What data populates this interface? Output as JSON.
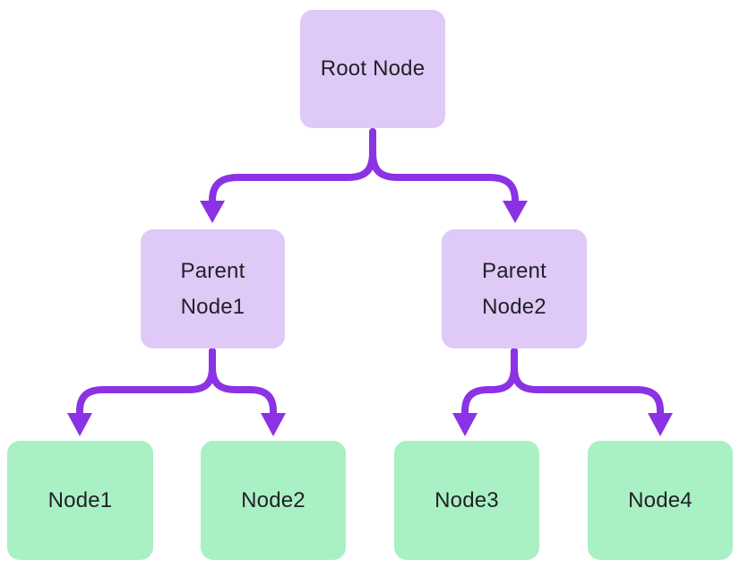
{
  "diagram": {
    "type": "tree",
    "direction": "top-down",
    "levels": 3
  },
  "colors": {
    "parent_fill": "#dfc9f7",
    "leaf_fill": "#aaf0c5",
    "arrow": "#8b32e4",
    "text": "#212126",
    "background": "#ffffff"
  },
  "nodes": [
    {
      "id": "root",
      "label": "Root Node",
      "lines": [
        "Root Node"
      ],
      "kind": "root",
      "fill": "#dfc9f7"
    },
    {
      "id": "parent-node1",
      "label": "Parent Node1",
      "lines": [
        "Parent",
        "Node1"
      ],
      "kind": "parent",
      "fill": "#dfc9f7"
    },
    {
      "id": "parent-node2",
      "label": "Parent Node2",
      "lines": [
        "Parent",
        "Node2"
      ],
      "kind": "parent",
      "fill": "#dfc9f7"
    },
    {
      "id": "node1",
      "label": "Node1",
      "lines": [
        "Node1"
      ],
      "kind": "leaf",
      "fill": "#aaf0c5"
    },
    {
      "id": "node2",
      "label": "Node2",
      "lines": [
        "Node2"
      ],
      "kind": "leaf",
      "fill": "#aaf0c5"
    },
    {
      "id": "node3",
      "label": "Node3",
      "lines": [
        "Node3"
      ],
      "kind": "leaf",
      "fill": "#aaf0c5"
    },
    {
      "id": "node4",
      "label": "Node4",
      "lines": [
        "Node4"
      ],
      "kind": "leaf",
      "fill": "#aaf0c5"
    }
  ],
  "edges": [
    {
      "from": "root",
      "to": "parent-node1"
    },
    {
      "from": "root",
      "to": "parent-node2"
    },
    {
      "from": "parent-node1",
      "to": "node1"
    },
    {
      "from": "parent-node1",
      "to": "node2"
    },
    {
      "from": "parent-node2",
      "to": "node3"
    },
    {
      "from": "parent-node2",
      "to": "node4"
    }
  ]
}
